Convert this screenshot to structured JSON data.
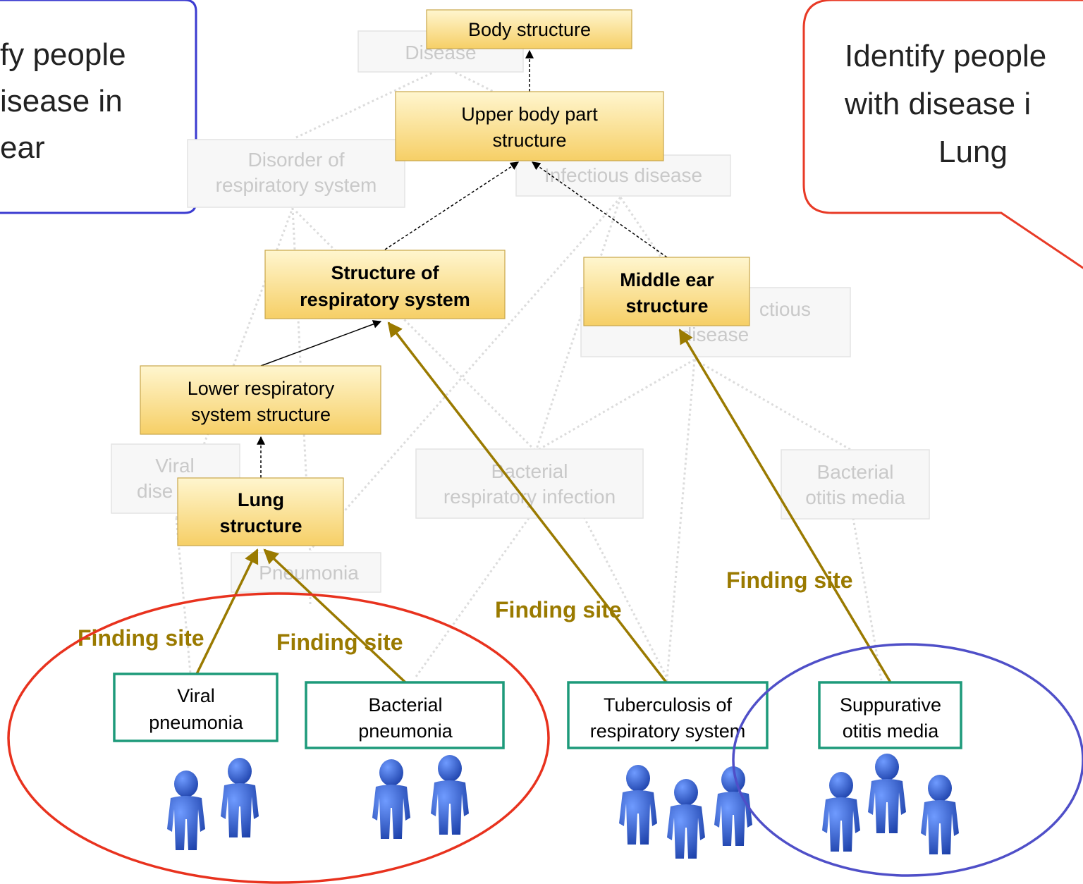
{
  "callouts": {
    "left": [
      "fy people",
      "isease in",
      "ear"
    ],
    "right": [
      "Identify people",
      "with disease i",
      "Lung"
    ]
  },
  "ghost_nodes": {
    "disease": [
      "Disease"
    ],
    "disorder_respiratory": [
      "Disorder of",
      "respiratory system"
    ],
    "infectious_disease": [
      "Infectious disease"
    ],
    "ear_infectious": [
      "ctious",
      "disease"
    ],
    "viral_disease": [
      "Viral",
      "dise"
    ],
    "bacterial_respiratory_infection": [
      "Bacterial",
      "respiratory infection"
    ],
    "bacterial_otitis_media": [
      "Bacterial",
      "otitis media"
    ],
    "pneumonia": [
      "Pneumonia"
    ]
  },
  "structure_nodes": {
    "body_structure": [
      "Body structure"
    ],
    "upper_body_part": [
      "Upper body part",
      "structure"
    ],
    "respiratory_system": [
      "Structure of",
      "respiratory system"
    ],
    "middle_ear": [
      "Middle ear",
      "structure"
    ],
    "lower_respiratory": [
      "Lower respiratory",
      "system structure"
    ],
    "lung": [
      "Lung",
      "structure"
    ]
  },
  "disease_nodes": {
    "viral_pneumonia": [
      "Viral",
      "pneumonia"
    ],
    "bacterial_pneumonia": [
      "Bacterial",
      "pneumonia"
    ],
    "tuberculosis": [
      "Tuberculosis of",
      "respiratory system"
    ],
    "suppurative_otitis": [
      "Suppurative",
      "otitis media"
    ]
  },
  "relation_labels": {
    "viral_to_lung": "Finding site",
    "bacterial_to_lung": "Finding site",
    "tb_to_respiratory": "Finding site",
    "otitis_to_ear": "Finding site"
  },
  "colors": {
    "relation": "#9a7a00",
    "disease_border": "#1d9a7a",
    "group_red": "#e8321e",
    "group_blue": "#4f4fc8",
    "person": "#1f54c4"
  },
  "icons": [
    "person-icon"
  ]
}
